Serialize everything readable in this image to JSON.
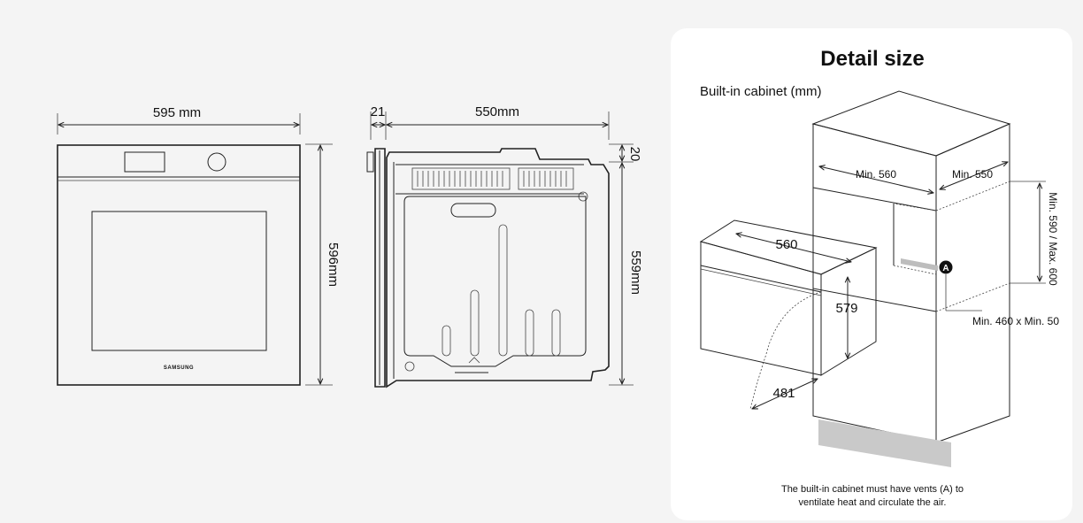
{
  "front_view": {
    "width_label": "595 mm",
    "height_label": "596mm",
    "brand": "SAMSUNG"
  },
  "side_view": {
    "door_label": "21",
    "depth_label": "550mm",
    "top_label": "20",
    "height_label": "559mm"
  },
  "detail": {
    "title": "Detail size",
    "subtitle": "Built-in cabinet (mm)",
    "min_width": "Min. 560",
    "min_depth": "Min. 550",
    "niche_height": "Min. 590 / Max. 600",
    "oven_width": "560",
    "oven_height": "579",
    "door_swing": "481",
    "vent_marker": "A",
    "vent_size": "Min. 460 x Min. 50",
    "note_line1": "The built-in cabinet must have vents (A) to",
    "note_line2": "ventilate heat and circulate the air."
  }
}
